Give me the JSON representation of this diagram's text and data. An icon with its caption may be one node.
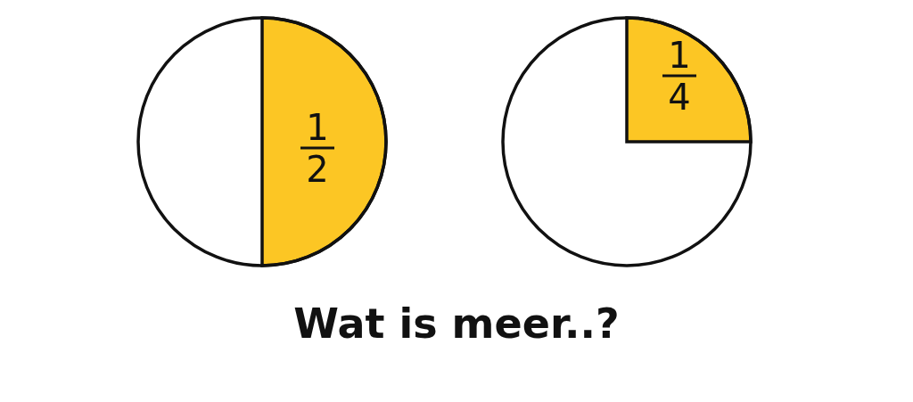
{
  "diagram": {
    "nodes": [
      {
        "text": [
          "1",
          "2"
        ]
      },
      {
        "text": [
          "1",
          "4"
        ]
      }
    ],
    "caption": "Wat is meer..?"
  }
}
